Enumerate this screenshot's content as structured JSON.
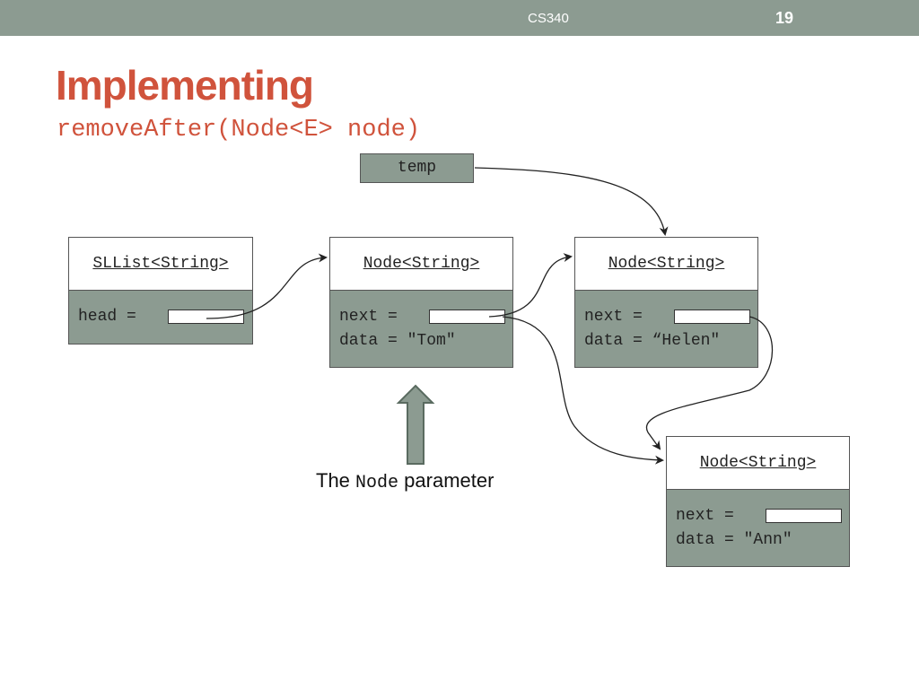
{
  "header": {
    "course": "CS340",
    "page_number": "19"
  },
  "slide": {
    "title": "Implementing",
    "subtitle": "removeAfter(Node<E> node)"
  },
  "temp_label": "temp",
  "sllist": {
    "title": "SLList<String>",
    "head_label": "head ="
  },
  "node_tom": {
    "title": "Node<String>",
    "next_label": "next =",
    "data_label": "data = \"Tom\""
  },
  "node_helen": {
    "title": "Node<String>",
    "next_label": "next =",
    "data_label": "data = “Helen\""
  },
  "node_ann": {
    "title": "Node<String>",
    "next_label": "next =",
    "data_label": "data = \"Ann\""
  },
  "caption": {
    "prefix": "The ",
    "code": "Node",
    "suffix": " parameter"
  },
  "colors": {
    "accent": "#d0533c",
    "box_fill": "#8c9b91",
    "bar": "#8c9b91"
  }
}
